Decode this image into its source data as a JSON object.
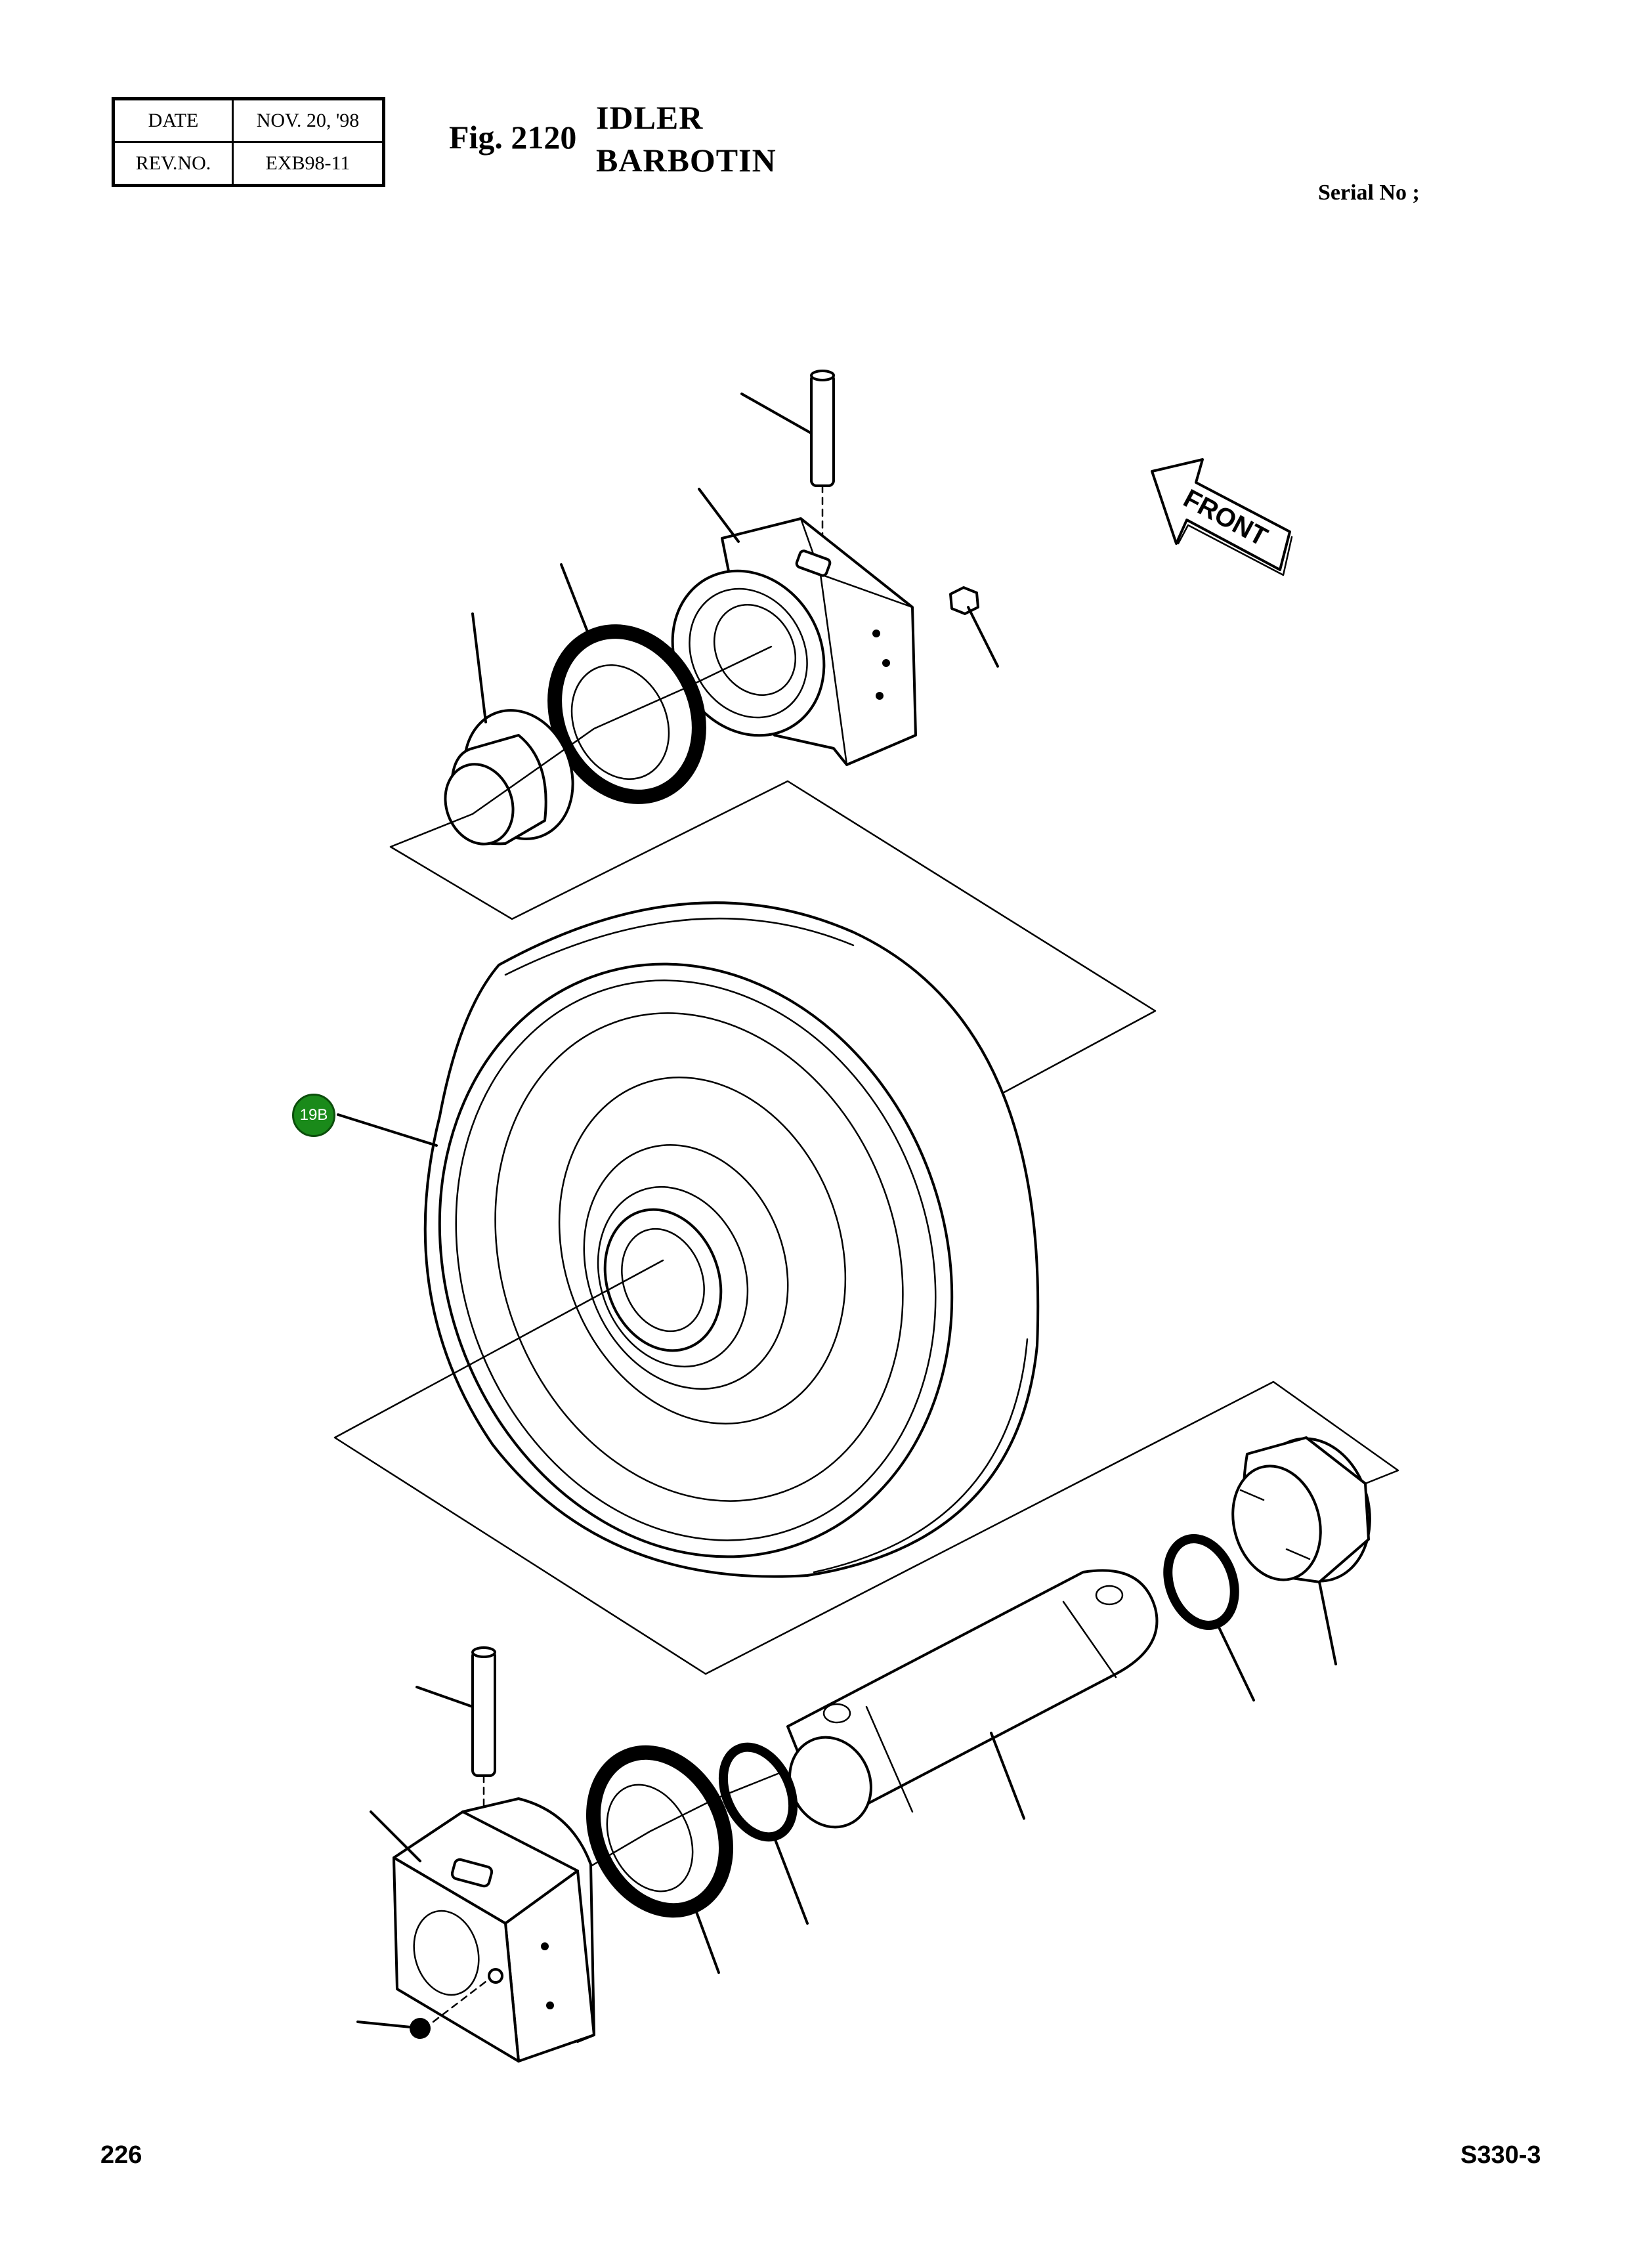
{
  "header": {
    "date_label": "DATE",
    "date_value": "NOV. 20, '98",
    "rev_label": "REV.NO.",
    "rev_value": "EXB98-11",
    "fig_label": "Fig. 2120",
    "title_en": "IDLER",
    "title_fr": "BARBOTIN",
    "serial_label": "Serial No ;"
  },
  "diagram": {
    "front_arrow_label": "FRONT",
    "callouts": [
      {
        "label": "19B",
        "color": "#1a8a1a"
      }
    ]
  },
  "footer": {
    "page_number": "226",
    "model": "S330-3"
  }
}
